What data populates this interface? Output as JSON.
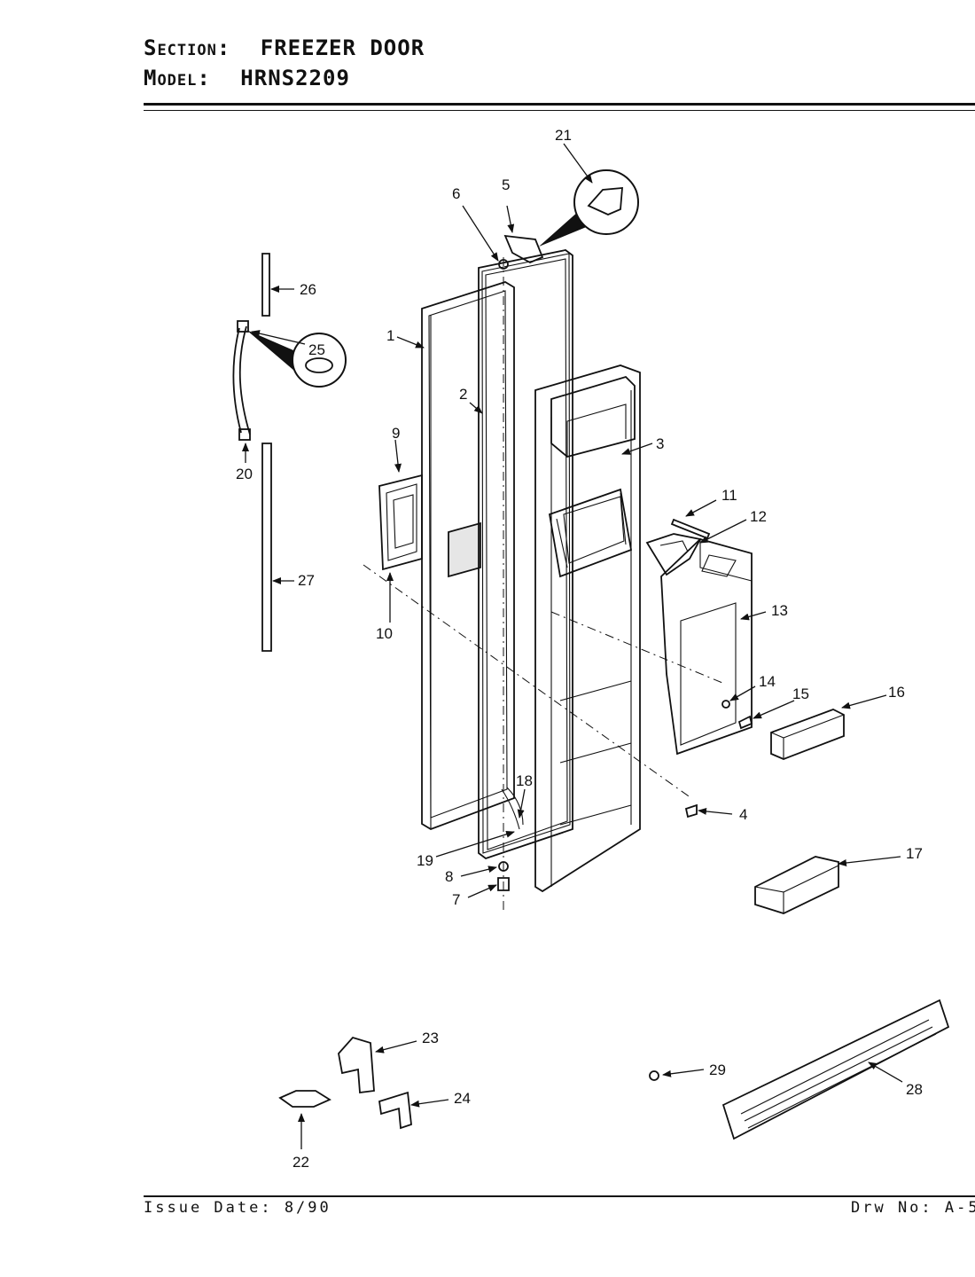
{
  "header": {
    "section_label": "Section:",
    "section_value": "FREEZER DOOR",
    "model_label": "Model:",
    "model_value": "HRNS2209"
  },
  "footer": {
    "issue_date": "Issue Date: 8/90",
    "drawing_no": "Drw No: A-5"
  },
  "callouts": {
    "c1": "1",
    "c2": "2",
    "c3": "3",
    "c4": "4",
    "c5": "5",
    "c6": "6",
    "c7": "7",
    "c8": "8",
    "c9": "9",
    "c10": "10",
    "c11": "11",
    "c12": "12",
    "c13": "13",
    "c14": "14",
    "c15": "15",
    "c16": "16",
    "c17": "17",
    "c18": "18",
    "c19": "19",
    "c20": "20",
    "c21": "21",
    "c22": "22",
    "c23": "23",
    "c24": "24",
    "c25": "25",
    "c26": "26",
    "c27": "27",
    "c28": "28",
    "c29": "29"
  }
}
